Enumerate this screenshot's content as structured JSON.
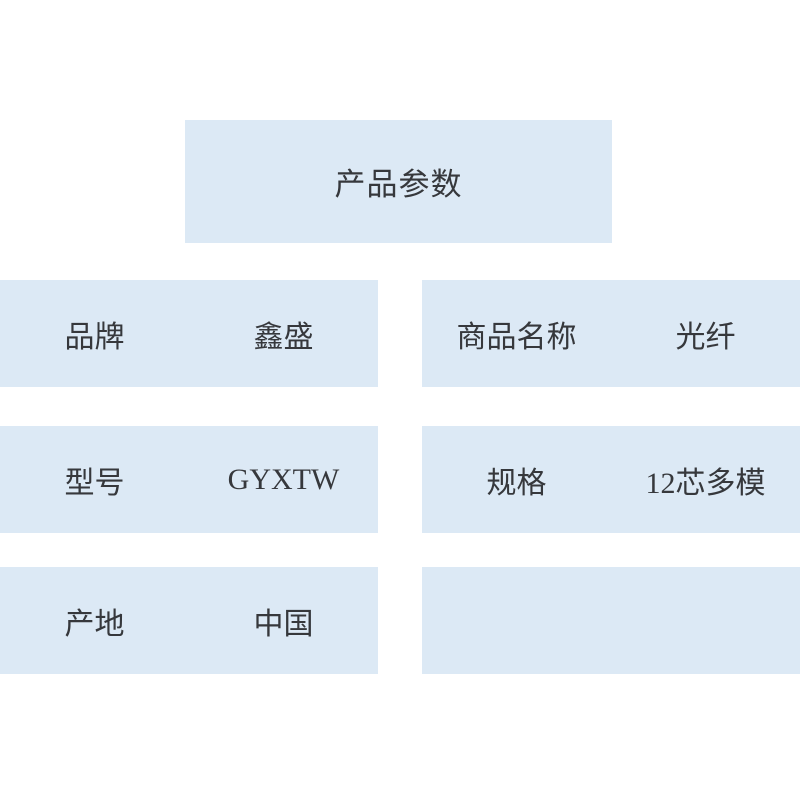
{
  "colors": {
    "page_background": "#ffffff",
    "box_fill": "#dce9f5",
    "text": "#36383c"
  },
  "title_box": {
    "label": "产品参数"
  },
  "table": {
    "rows": [
      {
        "cells": [
          {
            "label": "品牌",
            "value": "鑫盛"
          },
          {
            "label": "商品名称",
            "value": "光纤"
          }
        ]
      },
      {
        "cells": [
          {
            "label": "型号",
            "value": "GYXTW"
          },
          {
            "label": "规格",
            "value": "12芯多模"
          }
        ]
      },
      {
        "cells": [
          {
            "label": "产地",
            "value": "中国"
          },
          {
            "label": "",
            "value": ""
          }
        ]
      }
    ]
  }
}
